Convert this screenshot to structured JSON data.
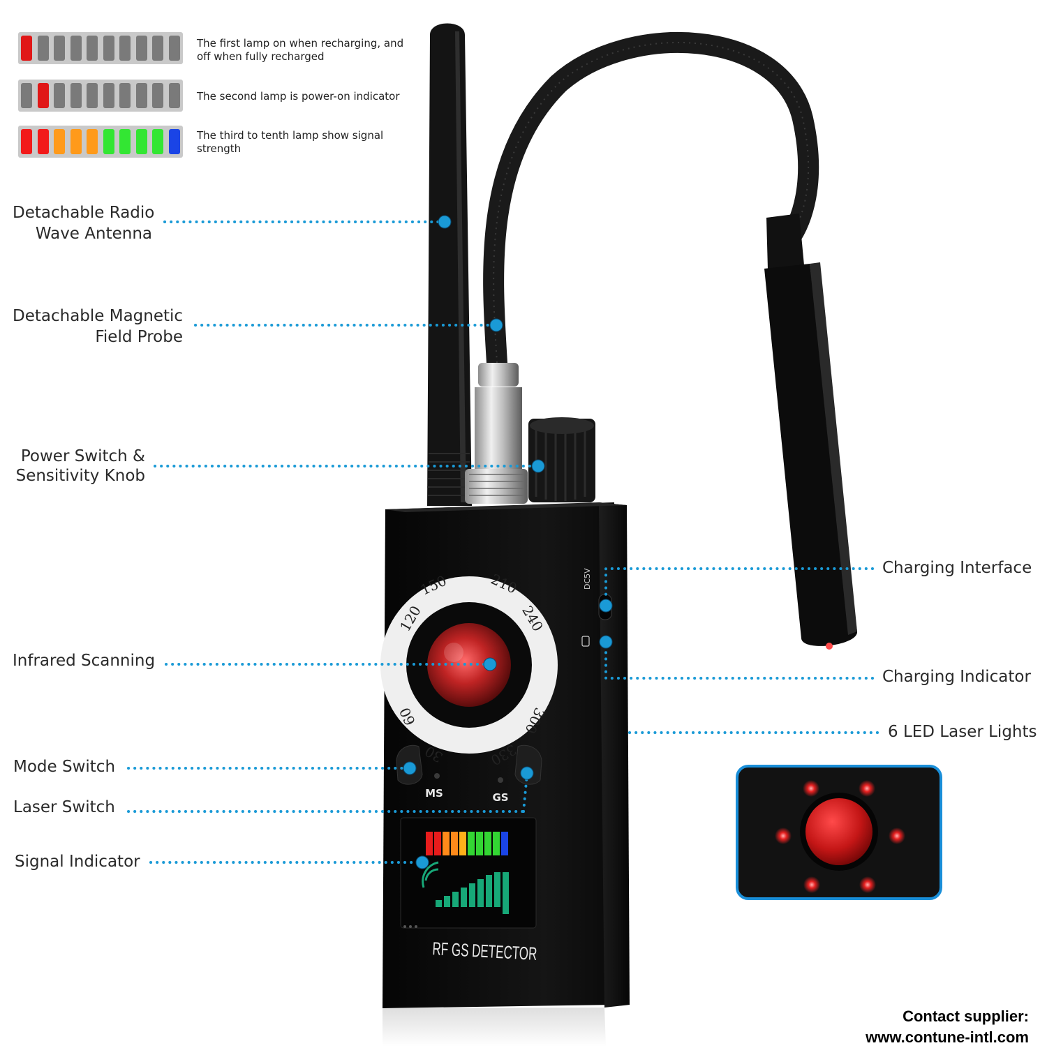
{
  "lamps": [
    {
      "description": "The first lamp on when recharging, and off when fully recharged",
      "lights": [
        "#e01717",
        "#7a7a7a",
        "#7a7a7a",
        "#7a7a7a",
        "#7a7a7a",
        "#7a7a7a",
        "#7a7a7a",
        "#7a7a7a",
        "#7a7a7a",
        "#7a7a7a"
      ]
    },
    {
      "description": "The second lamp is power-on indicator",
      "lights": [
        "#7a7a7a",
        "#e01717",
        "#7a7a7a",
        "#7a7a7a",
        "#7a7a7a",
        "#7a7a7a",
        "#7a7a7a",
        "#7a7a7a",
        "#7a7a7a",
        "#7a7a7a"
      ]
    },
    {
      "description": "The third to tenth lamp show signal strength",
      "lights": [
        "#f21a1a",
        "#f21a1a",
        "#ff9a1a",
        "#ff9a1a",
        "#ff9a1a",
        "#33e633",
        "#33e633",
        "#33e633",
        "#33e633",
        "#1a44e6"
      ]
    }
  ],
  "callouts": {
    "antenna_line1": "Detachable Radio",
    "antenna_line2": "Wave Antenna",
    "probe_line1": "Detachable Magnetic",
    "probe_line2": "Field Probe",
    "power_line1": "Power Switch  &",
    "power_line2": "Sensitivity Knob",
    "infrared": "Infrared Scanning",
    "mode": "Mode Switch",
    "laser": "Laser Switch",
    "signal": "Signal Indicator",
    "charging_interface": "Charging Interface",
    "charging_indicator": "Charging Indicator",
    "led_lights": "6 LED Laser Lights"
  },
  "device": {
    "dial_numbers": [
      "150",
      "210",
      "240",
      "300",
      "330",
      "30",
      "60",
      "120"
    ],
    "ms_label": "MS",
    "gs_label": "GS",
    "dc_label": "DC5V",
    "brand": "RF  GS  DETECTOR"
  },
  "colors": {
    "dot": "#1a9ad6",
    "leader": "#1a9ad6",
    "inset_border": "#1a8fd9"
  },
  "contact": {
    "line1": "Contact supplier:",
    "line2": "www.contune-intl.com"
  }
}
